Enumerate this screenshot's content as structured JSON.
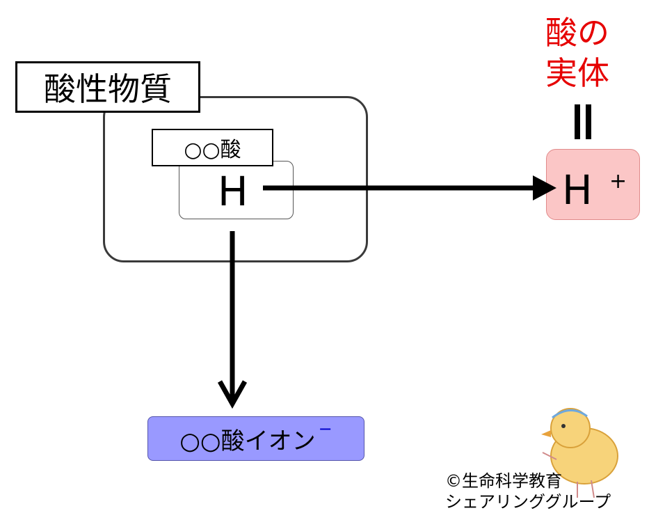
{
  "labels": {
    "acidic_substance": "酸性物質",
    "acid_name": "○○酸",
    "h_atom": "H",
    "h_ion": "H",
    "h_ion_charge": "+",
    "entity_line1": "酸の",
    "entity_line2": "実体",
    "acid_ion": "○○酸イオン",
    "acid_ion_charge": "−"
  },
  "credit": {
    "line1": "©生命科学教育",
    "line2": "シェアリンググループ"
  },
  "colors": {
    "entity_text": "#e60000",
    "h_ion_fill": "#fbc6c6",
    "acid_ion_fill": "#9999ff",
    "charge_blue": "#0000cc"
  }
}
